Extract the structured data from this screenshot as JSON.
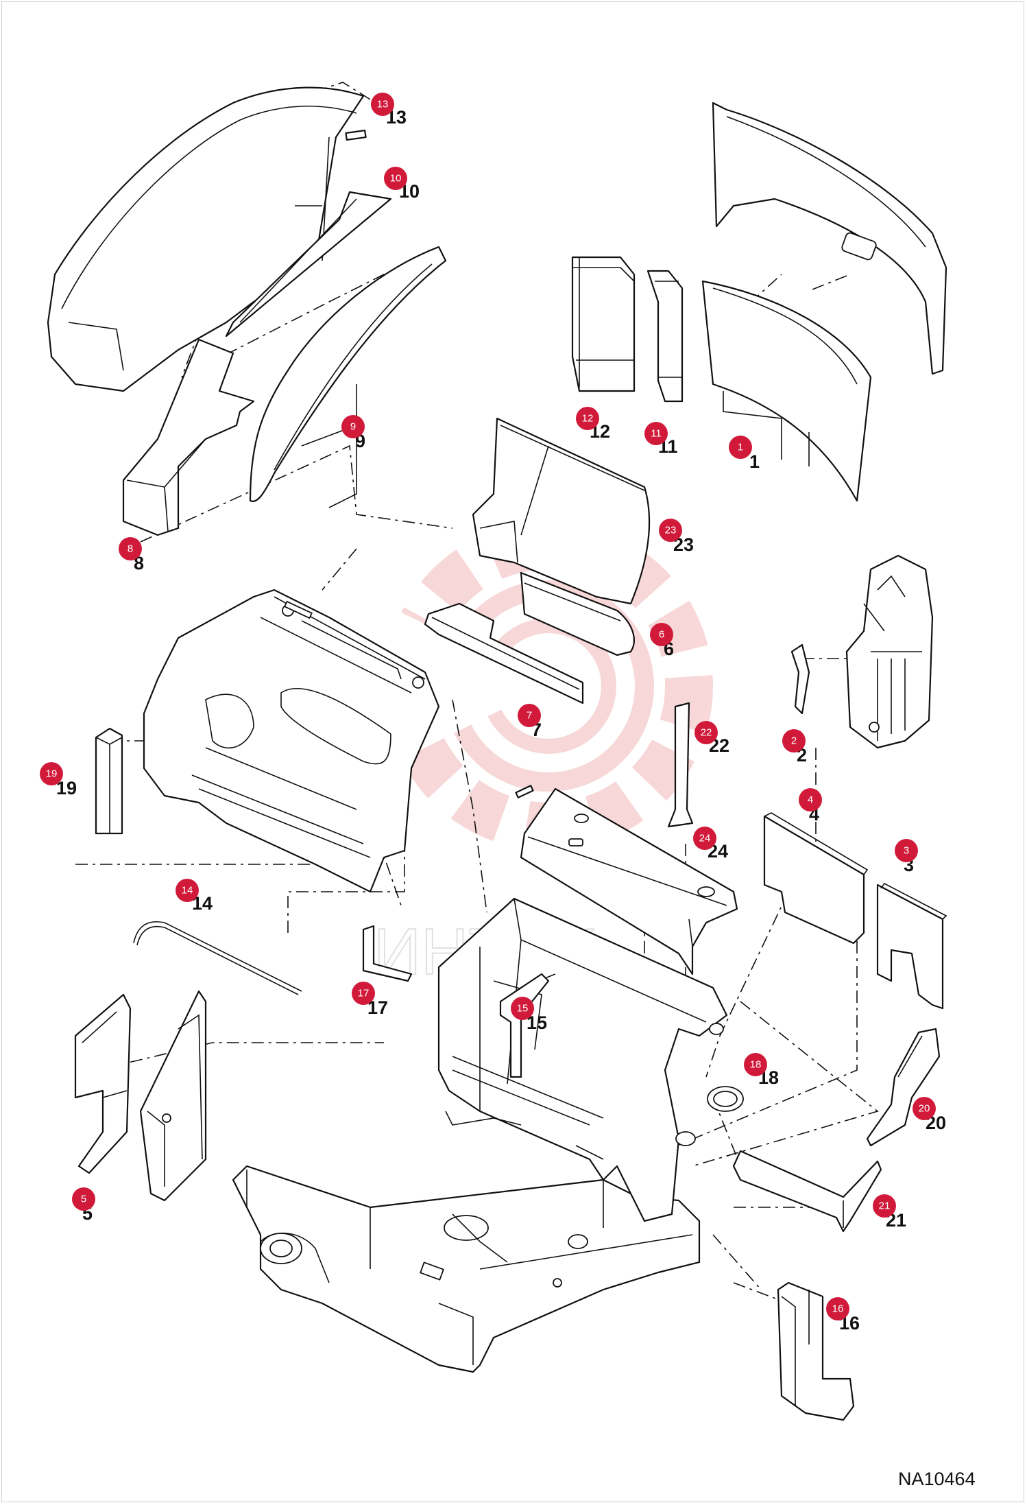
{
  "diagram": {
    "reference_code": "NA10464",
    "watermark_text": "ИНТЕХ",
    "badge_color": "#d11a3a",
    "watermark_color": "#f2b8b8",
    "parts": [
      {
        "id": "p1",
        "badge": "1",
        "label": "1"
      },
      {
        "id": "p2",
        "badge": "2",
        "label": "2"
      },
      {
        "id": "p3",
        "badge": "3",
        "label": "3"
      },
      {
        "id": "p4",
        "badge": "4",
        "label": "4"
      },
      {
        "id": "p5",
        "badge": "5",
        "label": "5"
      },
      {
        "id": "p6",
        "badge": "6",
        "label": "6"
      },
      {
        "id": "p7",
        "badge": "7",
        "label": "7"
      },
      {
        "id": "p8",
        "badge": "8",
        "label": "8"
      },
      {
        "id": "p9",
        "badge": "9",
        "label": "9"
      },
      {
        "id": "p10",
        "badge": "10",
        "label": "10"
      },
      {
        "id": "p11",
        "badge": "11",
        "label": "11"
      },
      {
        "id": "p12",
        "badge": "12",
        "label": "12"
      },
      {
        "id": "p13",
        "badge": "13",
        "label": "13"
      },
      {
        "id": "p14",
        "badge": "14",
        "label": "14"
      },
      {
        "id": "p15",
        "badge": "15",
        "label": "15"
      },
      {
        "id": "p16",
        "badge": "16",
        "label": "16"
      },
      {
        "id": "p17",
        "badge": "17",
        "label": "17"
      },
      {
        "id": "p18",
        "badge": "18",
        "label": "18"
      },
      {
        "id": "p19",
        "badge": "19",
        "label": "19"
      },
      {
        "id": "p20",
        "badge": "20",
        "label": "20"
      },
      {
        "id": "p21",
        "badge": "21",
        "label": "21"
      },
      {
        "id": "p22",
        "badge": "22",
        "label": "22"
      },
      {
        "id": "p23",
        "badge": "23",
        "label": "23"
      },
      {
        "id": "p24",
        "badge": "24",
        "label": "24"
      }
    ]
  }
}
